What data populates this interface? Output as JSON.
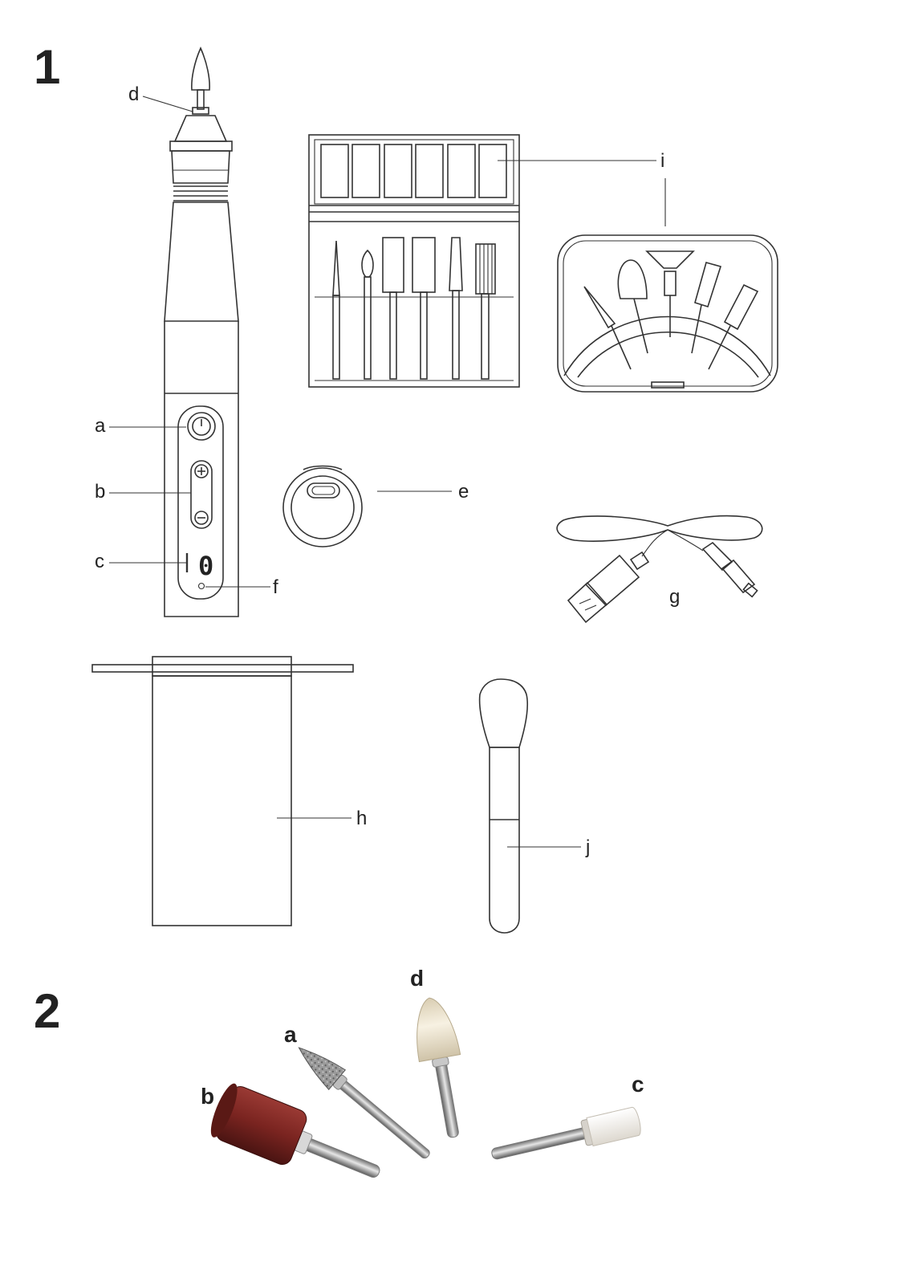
{
  "section_1": {
    "number": "1",
    "labels": {
      "a": "a",
      "b": "b",
      "c": "c",
      "d": "d",
      "e": "e",
      "f": "f",
      "g": "g",
      "h": "h",
      "i": "i",
      "j": "j"
    },
    "display_digit": "0"
  },
  "section_2": {
    "number": "2",
    "labels": {
      "a": "a",
      "b": "b",
      "c": "c",
      "d": "d"
    }
  },
  "colors": {
    "line": "#333333",
    "sanding_band": "#7a2420",
    "felt": "#efe6d2",
    "ceramic": "#f3f0ea",
    "shank": "#b8b8b8",
    "diamond": "#8c8c8c"
  }
}
